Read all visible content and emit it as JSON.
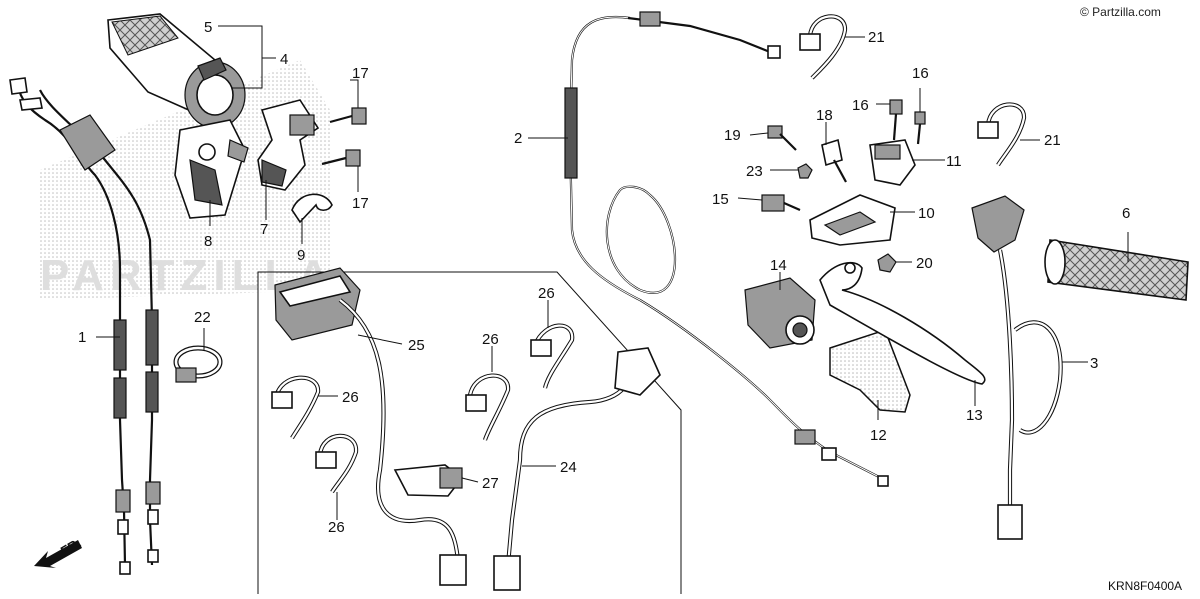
{
  "copyright": "© Partzilla.com",
  "diagram_code": "KRN8F0400A",
  "direction_label": "FR.",
  "watermark_text": "PARTZILLA",
  "callouts": {
    "c1": "1",
    "c2": "2",
    "c3": "3",
    "c4": "4",
    "c5": "5",
    "c6": "6",
    "c7": "7",
    "c8": "8",
    "c9": "9",
    "c10": "10",
    "c11": "11",
    "c12": "12",
    "c13": "13",
    "c14": "14",
    "c15": "15",
    "c16a": "16",
    "c16b": "16",
    "c17a": "17",
    "c17b": "17",
    "c18": "18",
    "c19": "19",
    "c20": "20",
    "c21a": "21",
    "c21b": "21",
    "c22": "22",
    "c23": "23",
    "c24": "24",
    "c25": "25",
    "c26a": "26",
    "c26b": "26",
    "c26c": "26",
    "c26d": "26",
    "c27": "27"
  }
}
